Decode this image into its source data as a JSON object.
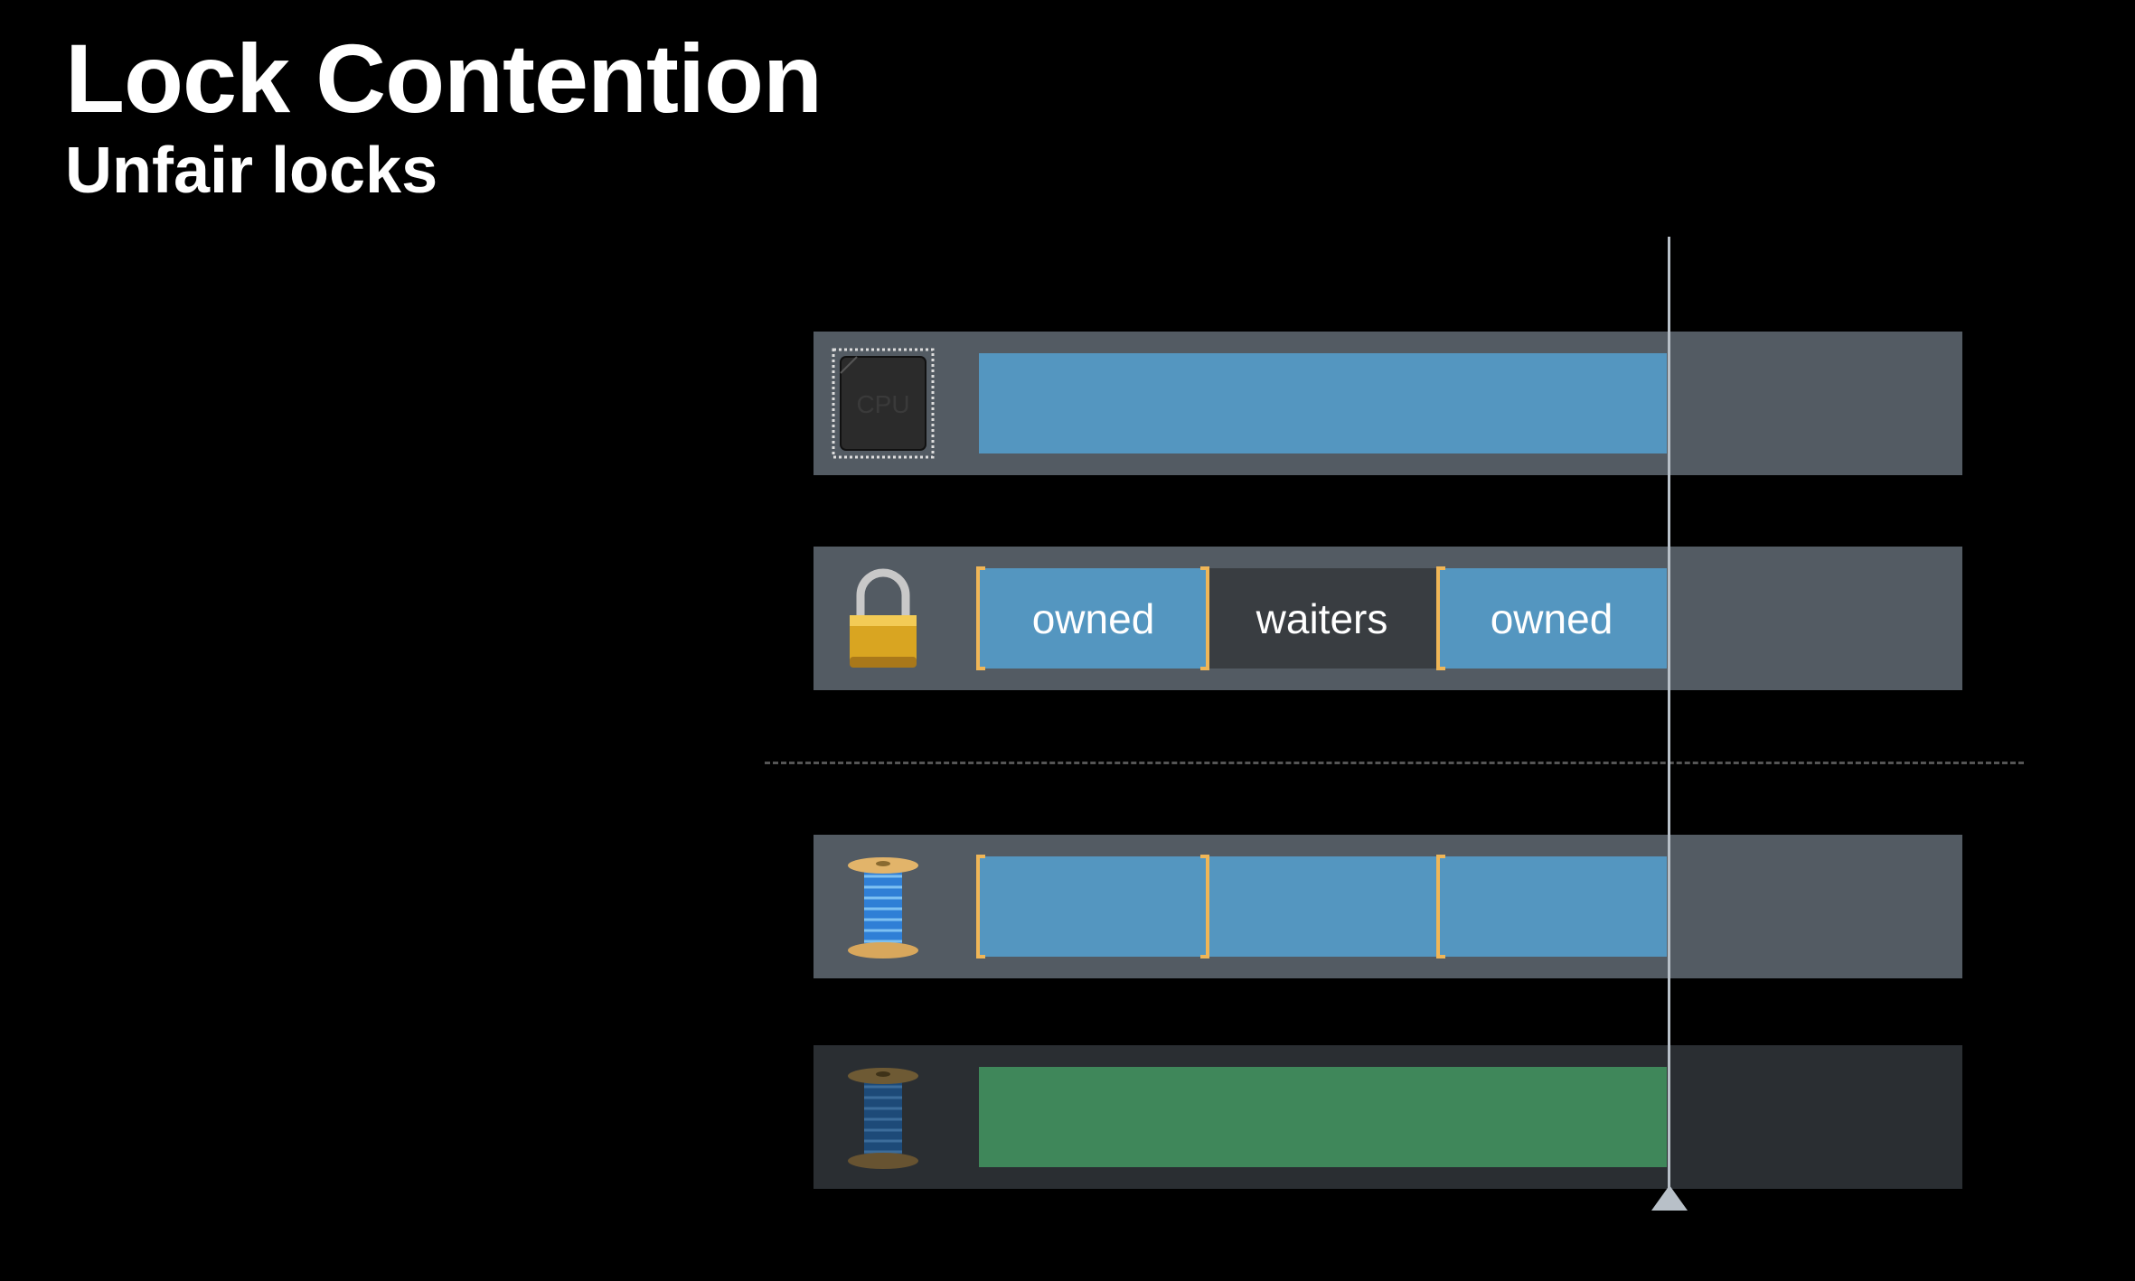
{
  "header": {
    "title": "Lock Contention",
    "subtitle": "Unfair locks"
  },
  "rows": {
    "cpu": {
      "icon": "cpu-chip-icon",
      "chip_label": "CPU",
      "bar_color": "#5496c0"
    },
    "lock": {
      "icon": "padlock-icon",
      "segments": [
        {
          "label": "owned",
          "color": "#5496c0"
        },
        {
          "label": "waiters",
          "color": "#393d41"
        },
        {
          "label": "owned",
          "color": "#5496c0"
        }
      ]
    },
    "thread_1": {
      "icon": "thread-spool-icon",
      "bar_color": "#5496c0"
    },
    "thread_2": {
      "icon": "thread-spool-dim-icon",
      "bar_color": "#3f875a"
    }
  },
  "colors": {
    "background": "#000000",
    "track": "#535b63",
    "track_inactive": "#2a2e32",
    "bracket": "#f0b657",
    "playhead": "#b8c0c8"
  }
}
